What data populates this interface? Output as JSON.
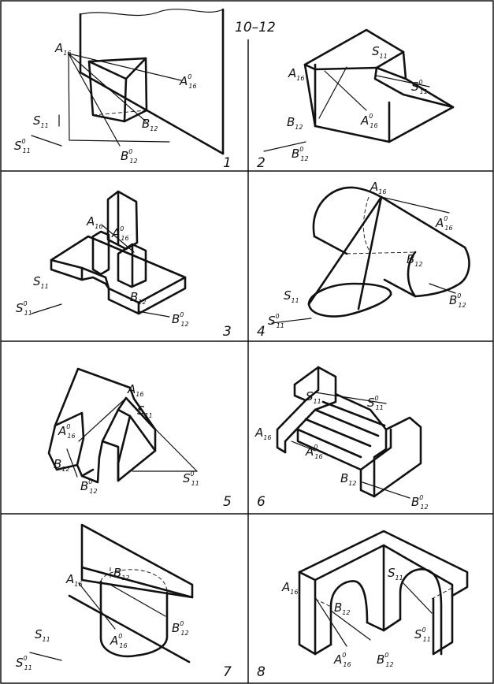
{
  "sheet_title": "10–12",
  "panels": [
    {
      "number": "1",
      "labels": {
        "a": "A",
        "a_sub": "16",
        "a2": "A",
        "a2_sub": "16",
        "a2_sup": "0",
        "b": "B",
        "b_sub": "12",
        "b2": "B",
        "b2_sub": "12",
        "b2_sup": "0",
        "s": "S",
        "s_sub": "11",
        "s2": "S",
        "s2_sub": "11",
        "s2_sup": "0"
      }
    },
    {
      "number": "2",
      "labels": {
        "a": "A",
        "a_sub": "16",
        "a2": "A",
        "a2_sub": "16",
        "a2_sup": "0",
        "b": "B",
        "b_sub": "12",
        "b2": "B",
        "b2_sub": "12",
        "b2_sup": "0",
        "s": "S",
        "s_sub": "11",
        "s2": "S",
        "s2_sub": "11",
        "s2_sup": "0"
      }
    },
    {
      "number": "3",
      "labels": {
        "a": "A",
        "a_sub": "16",
        "a2": "A",
        "a2_sub": "16",
        "a2_sup": "0",
        "b": "B",
        "b_sub": "12",
        "b2": "B",
        "b2_sub": "12",
        "b2_sup": "0",
        "s": "S",
        "s_sub": "11",
        "s2": "S",
        "s2_sub": "11",
        "s2_sup": "0"
      }
    },
    {
      "number": "4",
      "labels": {
        "a": "A",
        "a_sub": "16",
        "a2": "A",
        "a2_sub": "16",
        "a2_sup": "0",
        "b": "B",
        "b_sub": "12",
        "b2": "B",
        "b2_sub": "12",
        "b2_sup": "0",
        "s": "S",
        "s_sub": "11",
        "s2": "S",
        "s2_sub": "11",
        "s2_sup": "0"
      }
    },
    {
      "number": "5",
      "labels": {
        "a": "A",
        "a_sub": "16",
        "a2": "A",
        "a2_sub": "16",
        "a2_sup": "0",
        "b": "B",
        "b_sub": "12",
        "b2": "B",
        "b2_sub": "12",
        "b2_sup": "0",
        "s": "S",
        "s_sub": "11",
        "s2": "S",
        "s2_sub": "11",
        "s2_sup": "0"
      }
    },
    {
      "number": "6",
      "labels": {
        "a": "A",
        "a_sub": "16",
        "a2": "A",
        "a2_sub": "16",
        "a2_sup": "0",
        "b": "B",
        "b_sub": "12",
        "b2": "B",
        "b2_sub": "12",
        "b2_sup": "0",
        "s": "S",
        "s_sub": "11",
        "s2": "S",
        "s2_sub": "11",
        "s2_sup": "0"
      }
    },
    {
      "number": "7",
      "labels": {
        "a": "A",
        "a_sub": "16",
        "a2": "A",
        "a2_sub": "16",
        "a2_sup": "0",
        "b": "B",
        "b_sub": "12",
        "b2": "B",
        "b2_sub": "12",
        "b2_sup": "0",
        "s": "S",
        "s_sub": "11",
        "s2": "S",
        "s2_sub": "11",
        "s2_sup": "0"
      }
    },
    {
      "number": "8",
      "labels": {
        "a": "A",
        "a_sub": "16",
        "a2": "A",
        "a2_sub": "16",
        "a2_sup": "0",
        "b": "B",
        "b_sub": "12",
        "b2": "B",
        "b2_sub": "12",
        "b2_sup": "0",
        "s": "S",
        "s_sub": "11",
        "s2": "S",
        "s2_sub": "11",
        "s2_sup": "0"
      }
    }
  ]
}
